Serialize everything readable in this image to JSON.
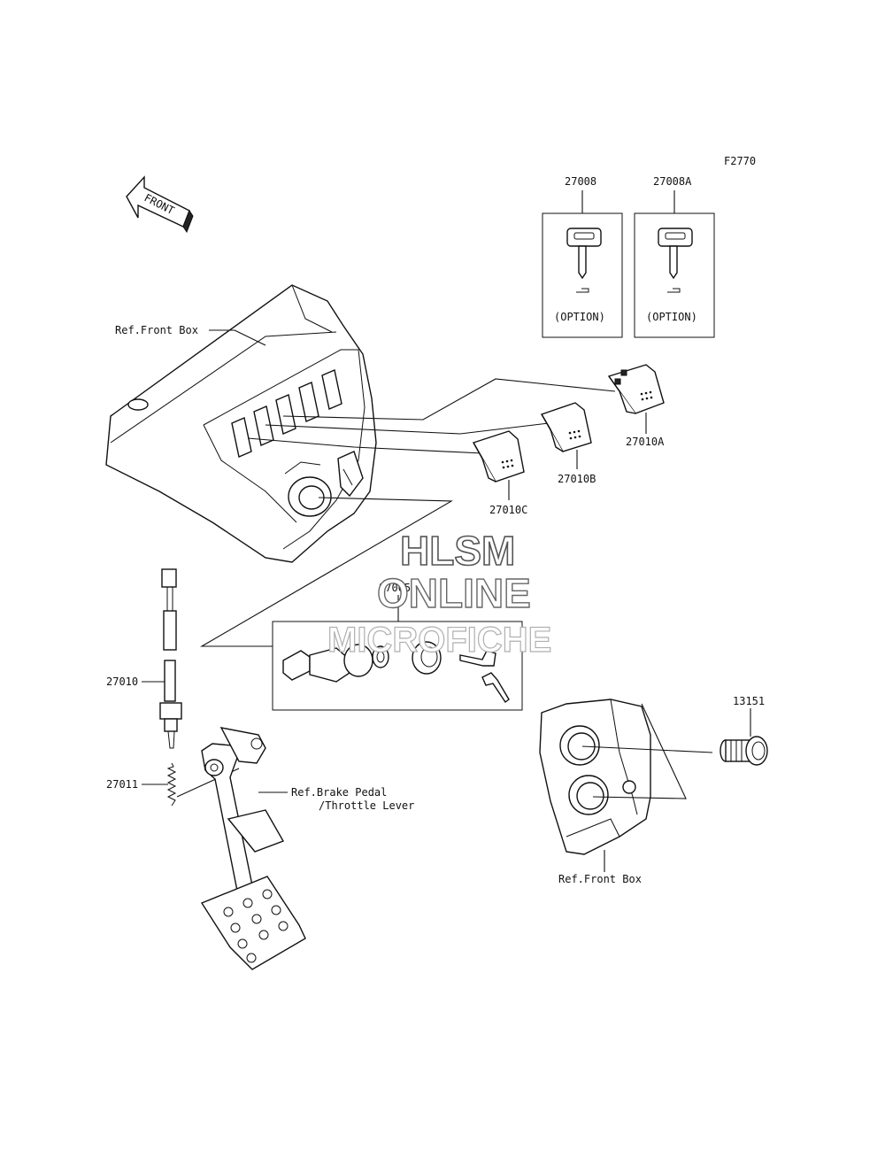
{
  "figure_code": "F2770",
  "front_arrow": "FRONT",
  "parts": {
    "key_27008": "27008",
    "key_27008a": "27008A",
    "option_1": "(OPTION)",
    "option_2": "(OPTION)",
    "switch_27010a": "27010A",
    "switch_27010b": "27010B",
    "switch_27010c": "27010C",
    "ignition_27005": "27005",
    "switch_27010": "27010",
    "spring_27011": "27011",
    "socket_13151": "13151"
  },
  "refs": {
    "front_box_top": "Ref.Front Box",
    "brake_pedal_line1": "Ref.Brake Pedal",
    "brake_pedal_line2": "/Throttle Lever",
    "front_box_bottom": "Ref.Front Box"
  },
  "watermark": {
    "line1": "HLSM",
    "line2": "ONLINE",
    "line3": "MICROFICHE"
  }
}
